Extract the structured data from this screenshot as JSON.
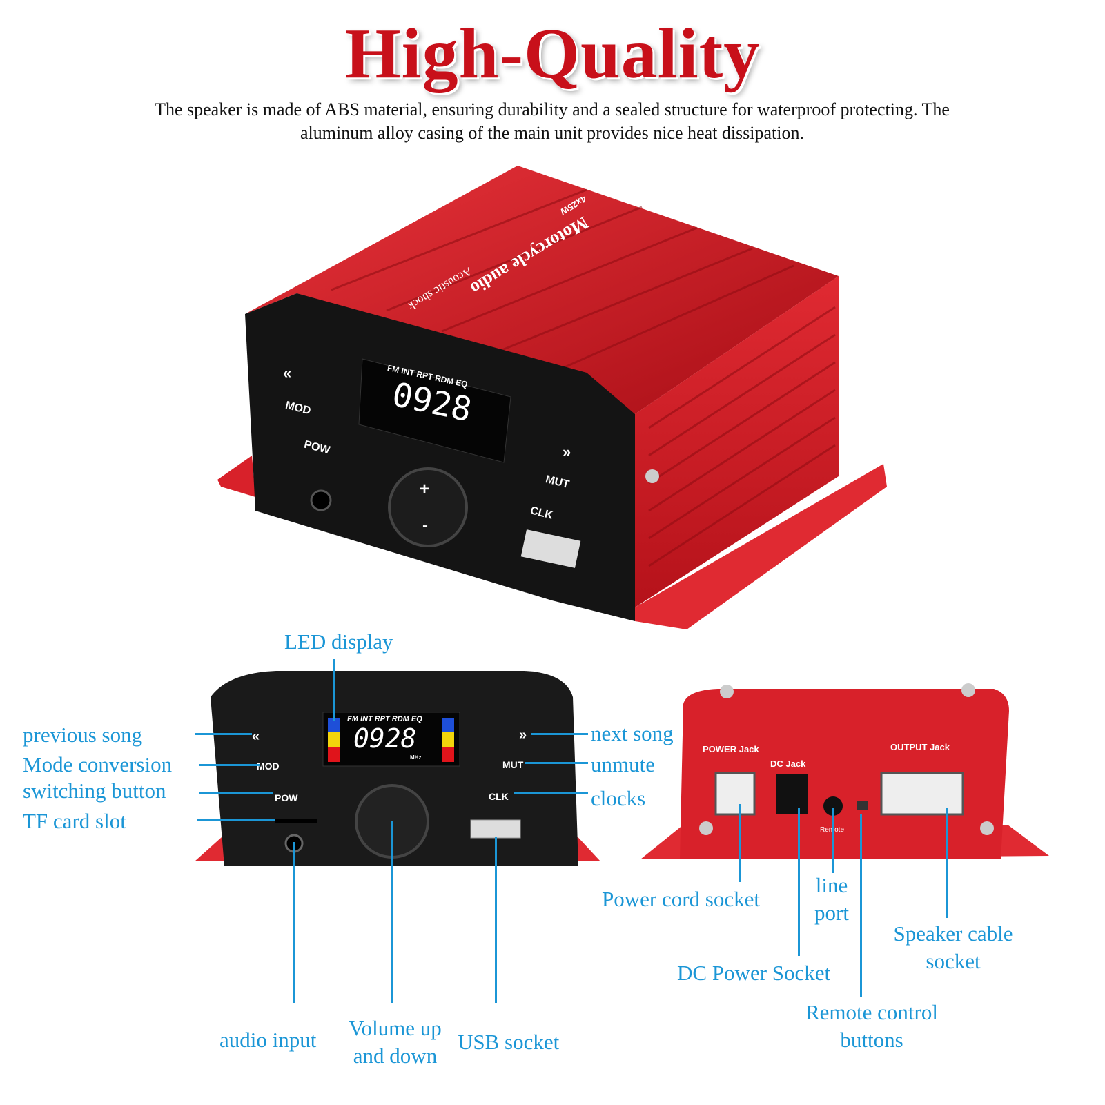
{
  "header": {
    "title": "High-Quality",
    "subtitle_line1": "The speaker is made of ABS material, ensuring durability and a sealed structure for waterproof protecting.  The",
    "subtitle_line2": "aluminum alloy casing of the main unit provides nice heat dissipation."
  },
  "device": {
    "brand_text": "Motorcycle audio",
    "sub_text": "Acoustic shock",
    "power_rating": "4x25W",
    "display_value": "0928",
    "display_indicators": "FM INT RPT RDM EQ",
    "display_unit": "MHz",
    "buttons": {
      "prev": "«",
      "next": "»",
      "mod": "MOD",
      "pow": "POW",
      "mut": "MUT",
      "clk": "CLK",
      "vol_up": "+",
      "vol_down": "-"
    },
    "back_panel": {
      "power_jack": "POWER Jack",
      "dc_jack": "DC Jack",
      "output_jack": "OUTPUT Jack",
      "remote": "Remote"
    }
  },
  "labels": {
    "led_display": "LED display",
    "previous_song": "previous song",
    "mode_conversion": "Mode conversion",
    "switching_button": "switching button",
    "tf_card_slot": "TF card slot",
    "next_song": "next song",
    "unmute": "unmute",
    "clocks": "clocks",
    "audio_input": "audio input",
    "volume_line1": "Volume up",
    "volume_line2": "and down",
    "usb_socket": "USB socket",
    "power_cord_socket": "Power cord socket",
    "line_port_line1": "line",
    "line_port_line2": "port",
    "speaker_line1": "Speaker cable",
    "speaker_line2": "socket",
    "dc_power_socket": "DC Power Socket",
    "remote_line1": "Remote control",
    "remote_line2": "buttons"
  },
  "colors": {
    "brand_red": "#c8101a",
    "label_blue": "#1b96d6",
    "body_red": "#d8212a"
  }
}
